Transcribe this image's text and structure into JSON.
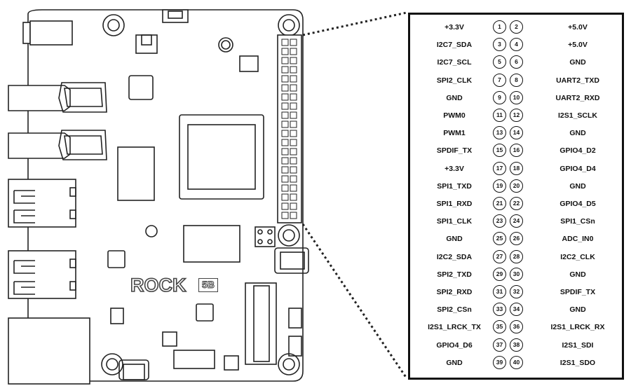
{
  "board": {
    "logo_text": "ROCK",
    "logo_model": "5B"
  },
  "pins": [
    {
      "left": "+3.3V",
      "odd": "1",
      "even": "2",
      "right": "+5.0V"
    },
    {
      "left": "I2C7_SDA",
      "odd": "3",
      "even": "4",
      "right": "+5.0V"
    },
    {
      "left": "I2C7_SCL",
      "odd": "5",
      "even": "6",
      "right": "GND"
    },
    {
      "left": "SPI2_CLK",
      "odd": "7",
      "even": "8",
      "right": "UART2_TXD"
    },
    {
      "left": "GND",
      "odd": "9",
      "even": "10",
      "right": "UART2_RXD"
    },
    {
      "left": "PWM0",
      "odd": "11",
      "even": "12",
      "right": "I2S1_SCLK"
    },
    {
      "left": "PWM1",
      "odd": "13",
      "even": "14",
      "right": "GND"
    },
    {
      "left": "SPDIF_TX",
      "odd": "15",
      "even": "16",
      "right": "GPIO4_D2"
    },
    {
      "left": "+3.3V",
      "odd": "17",
      "even": "18",
      "right": "GPIO4_D4"
    },
    {
      "left": "SPI1_TXD",
      "odd": "19",
      "even": "20",
      "right": "GND"
    },
    {
      "left": "SPI1_RXD",
      "odd": "21",
      "even": "22",
      "right": "GPIO4_D5"
    },
    {
      "left": "SPI1_CLK",
      "odd": "23",
      "even": "24",
      "right": "SPI1_CSn"
    },
    {
      "left": "GND",
      "odd": "25",
      "even": "26",
      "right": "ADC_IN0"
    },
    {
      "left": "I2C2_SDA",
      "odd": "27",
      "even": "28",
      "right": "I2C2_CLK"
    },
    {
      "left": "SPI2_TXD",
      "odd": "29",
      "even": "30",
      "right": "GND"
    },
    {
      "left": "SPI2_RXD",
      "odd": "31",
      "even": "32",
      "right": "SPDIF_TX"
    },
    {
      "left": "SPI2_CSn",
      "odd": "33",
      "even": "34",
      "right": "GND"
    },
    {
      "left": "I2S1_LRCK_TX",
      "odd": "35",
      "even": "36",
      "right": "I2S1_LRCK_RX"
    },
    {
      "left": "GPIO4_D6",
      "odd": "37",
      "even": "38",
      "right": "I2S1_SDI"
    },
    {
      "left": "GND",
      "odd": "39",
      "even": "40",
      "right": "I2S1_SDO"
    }
  ]
}
